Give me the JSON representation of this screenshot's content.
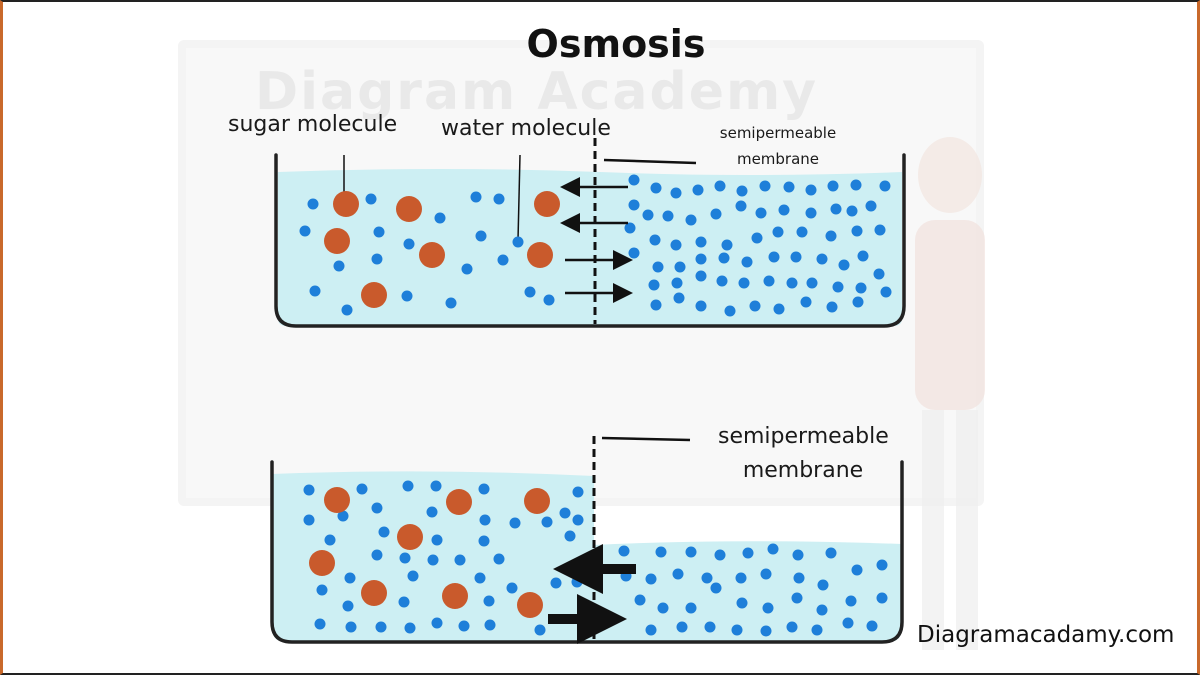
{
  "title": "Osmosis",
  "labels": {
    "sugar_molecule": "sugar molecule",
    "water_molecule": "water molecule",
    "membrane_top": "semipermeable membrane",
    "membrane_bottom": "semipermeable membrane"
  },
  "website": "Diagramacadamy.com",
  "watermark": "Diagram Academy",
  "colors": {
    "water_fill": "#cdeff3",
    "water_molecule": "#1e7fd9",
    "sugar_molecule": "#c95a2c",
    "container": "#222222",
    "frame_accent": "#c9692b"
  }
}
